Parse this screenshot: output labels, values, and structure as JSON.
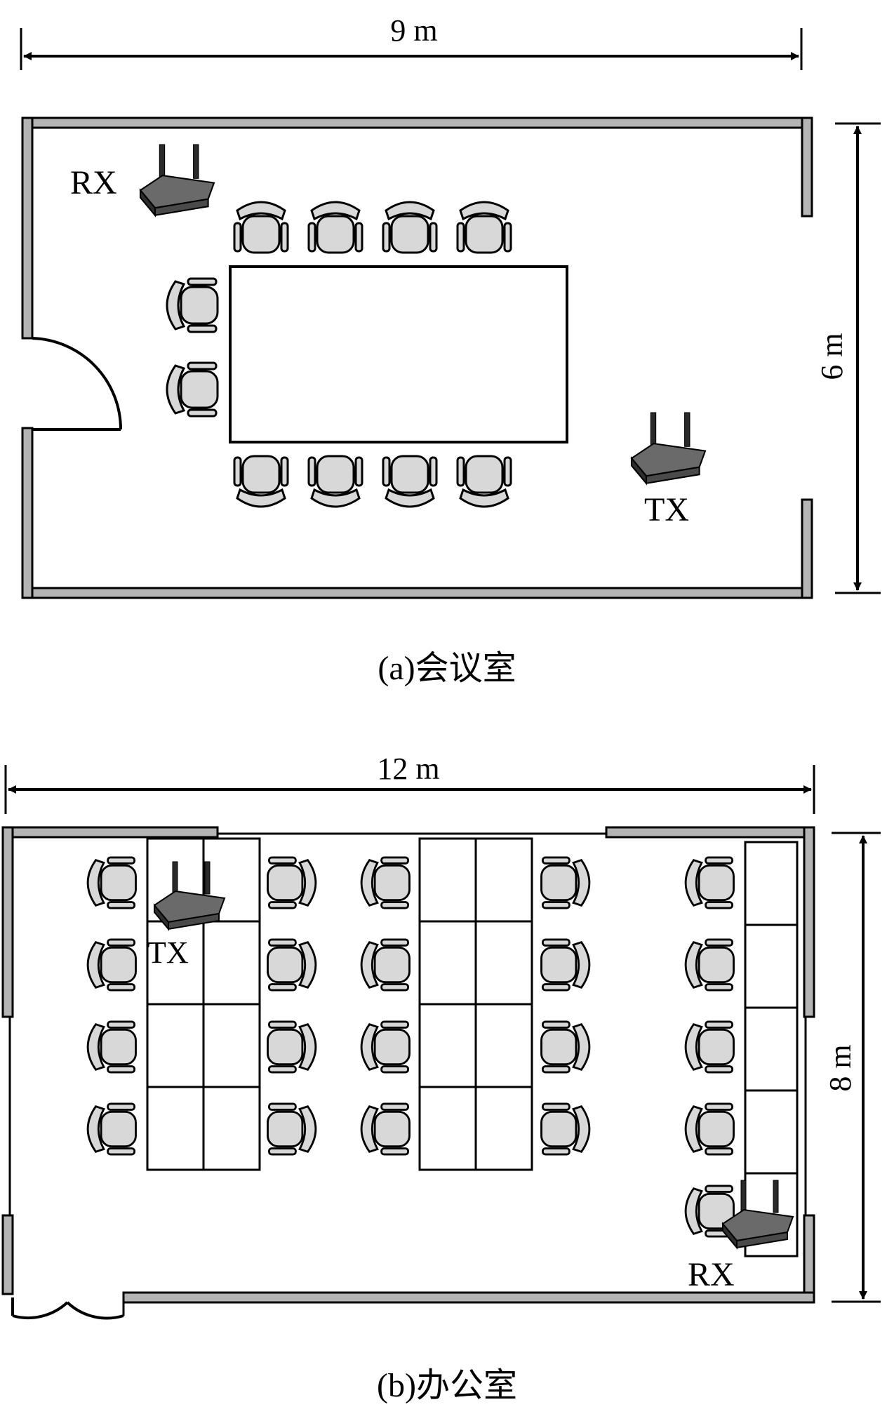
{
  "room_a": {
    "width_label": "9 m",
    "height_label": "6 m",
    "rx_label": "RX",
    "tx_label": "TX",
    "caption": "(a)会议室"
  },
  "room_b": {
    "width_label": "12 m",
    "height_label": "8 m",
    "rx_label": "RX",
    "tx_label": "TX",
    "caption": "(b)办公室"
  },
  "colors": {
    "wall_fill": "#b4b4b4",
    "chair_fill": "#d8d8d8",
    "router_body": "#4a4a4a",
    "router_top": "#6a6a6a"
  }
}
